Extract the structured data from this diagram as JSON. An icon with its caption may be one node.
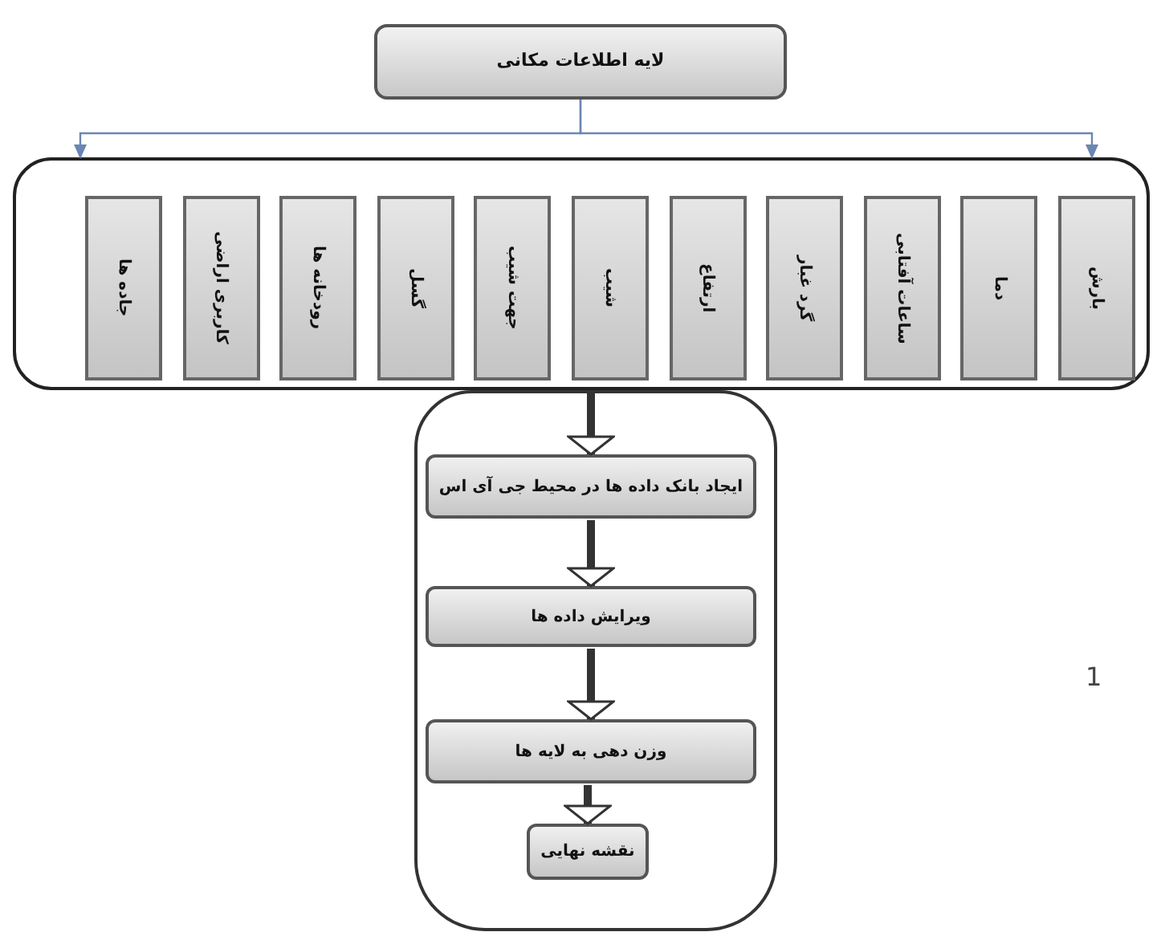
{
  "diagram": {
    "nodes": [
      {
        "text": [
          "لایه اطلاعات مکانی"
        ]
      },
      {
        "text": [],
        "shape": "box"
      },
      {
        "text": [
          "بارش"
        ],
        "in": 1
      },
      {
        "text": [
          "دما"
        ],
        "in": 1
      },
      {
        "text": [
          "ساعات آفتابی"
        ],
        "in": 1
      },
      {
        "text": [
          "گرد غبار"
        ],
        "in": 1
      },
      {
        "text": [
          "ارتفاع"
        ],
        "in": 1
      },
      {
        "text": [
          "شیب"
        ],
        "in": 1
      },
      {
        "text": [
          "جهت شیب"
        ],
        "in": 1
      },
      {
        "text": [
          "گسل"
        ],
        "in": 1
      },
      {
        "text": [
          "رودخانه ها"
        ],
        "in": 1
      },
      {
        "text": [
          "کاربری اراضی"
        ],
        "in": 1
      },
      {
        "text": [
          "جاده ها"
        ],
        "in": 1
      },
      {
        "text": [],
        "shape": "box"
      },
      {
        "text": [
          "ایجاد بانک داده ها در محیط جی آی اس"
        ],
        "in": 13
      },
      {
        "text": [
          "ویرایش داده ها"
        ],
        "in": 13
      },
      {
        "text": [
          "وزن دهی به لایه ها"
        ],
        "in": 13
      },
      {
        "text": [
          "نقشه نهایی"
        ],
        "in": 13
      }
    ],
    "edges": [
      {
        "from": 0,
        "to": 1,
        "arrow": "to",
        "color": "#6b86b3"
      },
      {
        "from": 0,
        "to": 1,
        "arrow": "to",
        "color": "#6b86b3"
      },
      {
        "from": 1,
        "to": 14,
        "arrow": "to"
      },
      {
        "from": 14,
        "to": 15,
        "arrow": "to"
      },
      {
        "from": 15,
        "to": 16,
        "arrow": "to"
      },
      {
        "from": 16,
        "to": 17,
        "arrow": "to"
      }
    ],
    "labels": [
      "1"
    ]
  }
}
